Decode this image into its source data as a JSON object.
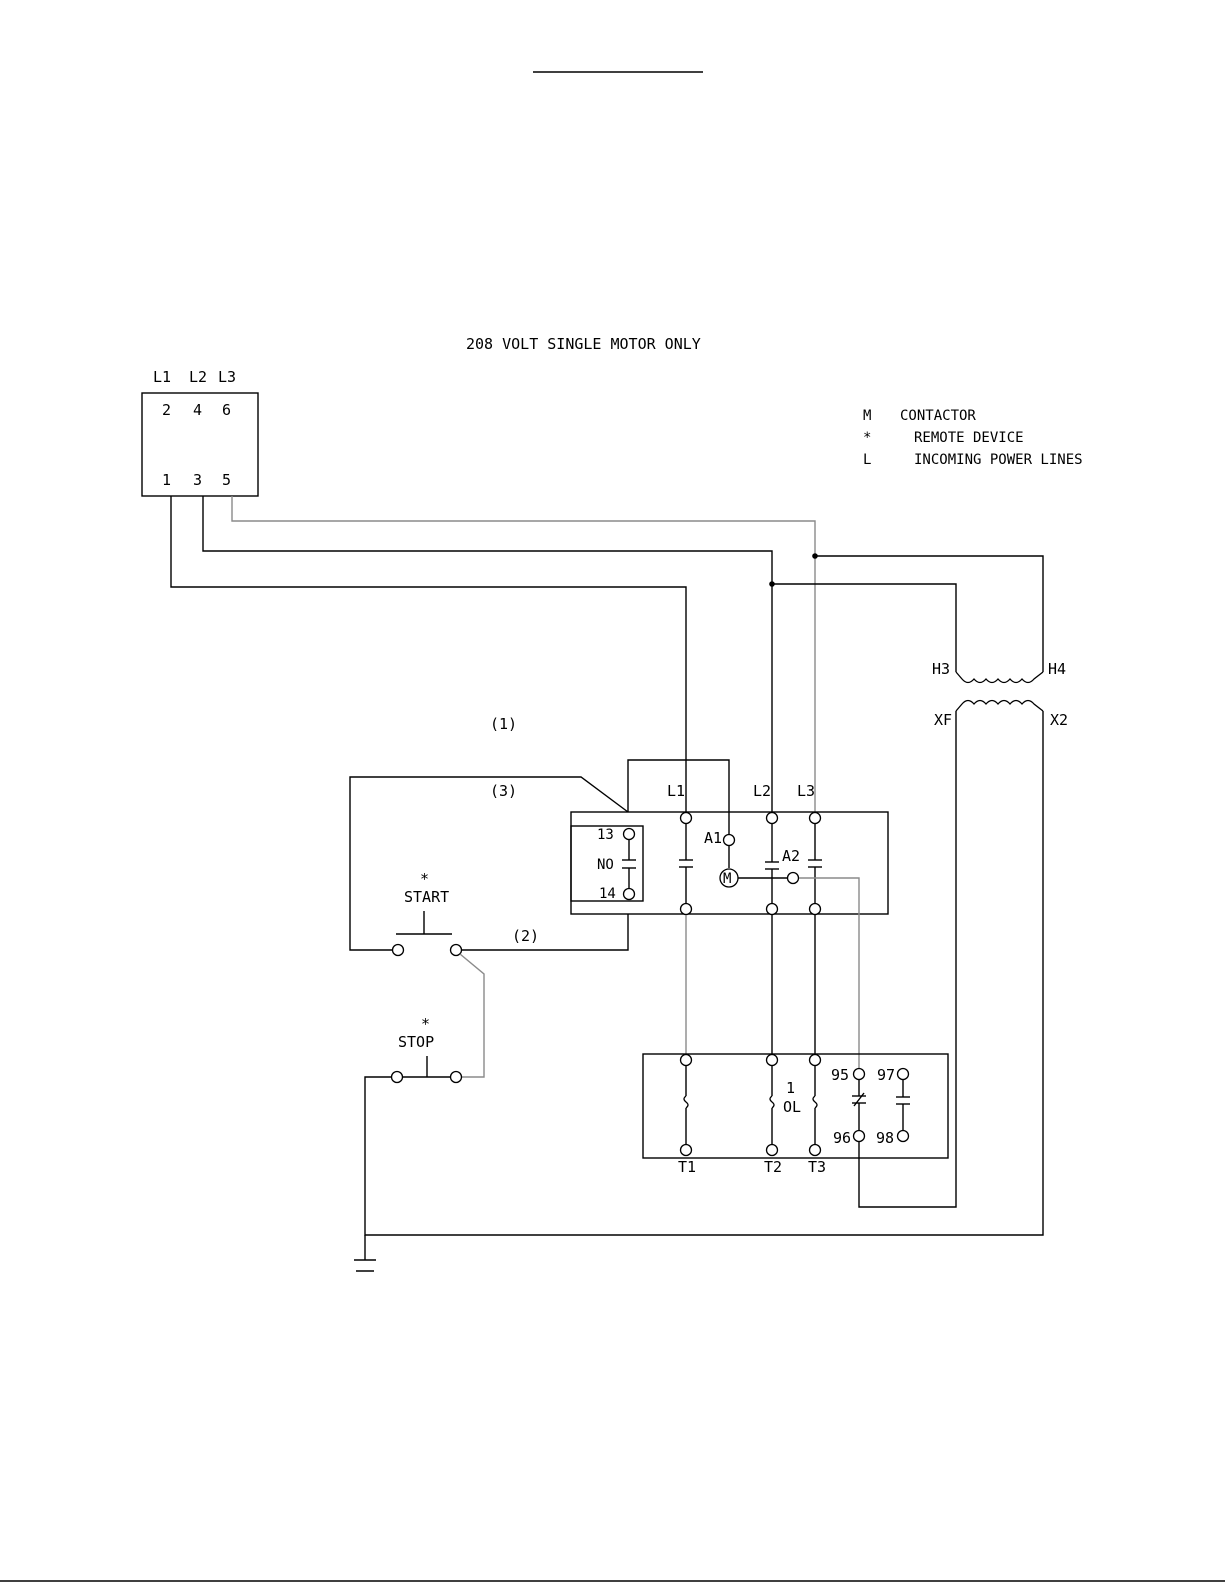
{
  "title": "208 VOLT SINGLE MOTOR ONLY",
  "legend": [
    {
      "symbol": "M",
      "text": "CONTACTOR"
    },
    {
      "symbol": "*",
      "text": "REMOTE DEVICE"
    },
    {
      "symbol": "L",
      "text": "INCOMING POWER LINES"
    }
  ],
  "disconnect": {
    "line_labels": [
      "L1",
      "L2",
      "L3"
    ],
    "top_terminals": [
      "2",
      "4",
      "6"
    ],
    "bottom_terminals": [
      "1",
      "3",
      "5"
    ]
  },
  "transformer": {
    "primary": [
      "H3",
      "H4"
    ],
    "secondary": [
      "XF",
      "X2"
    ]
  },
  "wire_numbers": [
    "(1)",
    "(3)",
    "(2)"
  ],
  "contactor": {
    "line_labels": [
      "L1",
      "L2",
      "L3"
    ],
    "aux_contact": {
      "top": "13",
      "mid": "NO",
      "bottom": "14"
    },
    "coil": {
      "a1": "A1",
      "a2": "A2",
      "symbol": "M"
    }
  },
  "start_button": {
    "mark": "*",
    "label": "START"
  },
  "stop_button": {
    "mark": "*",
    "label": "STOP"
  },
  "overload": {
    "number": "1",
    "name": "OL",
    "terminals": [
      "95",
      "97",
      "96",
      "98"
    ],
    "outputs": [
      "T1",
      "T2",
      "T3"
    ]
  }
}
